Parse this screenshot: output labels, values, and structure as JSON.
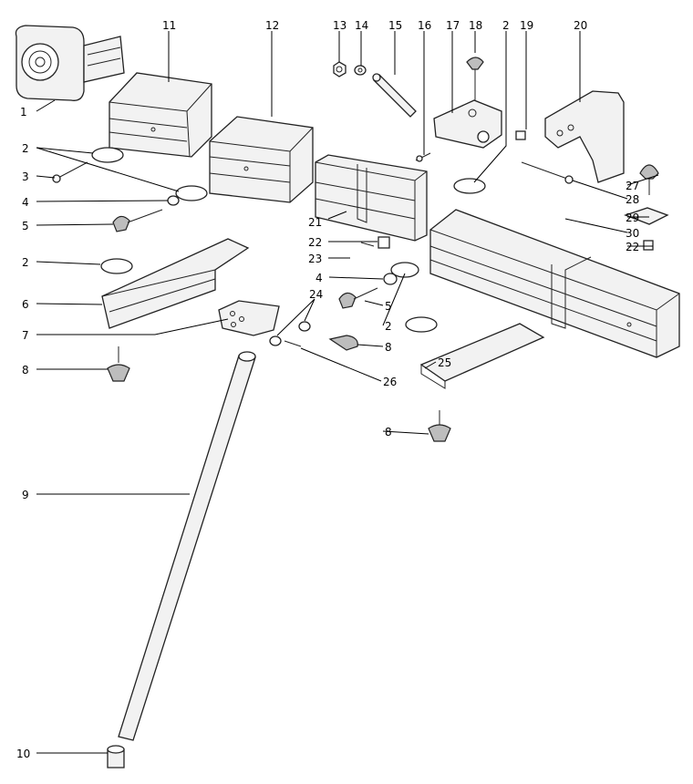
{
  "diagram": {
    "title": "Exploded parts view",
    "callouts": {
      "c1": "1",
      "c11": "11",
      "c12": "12",
      "c13": "13",
      "c14": "14",
      "c15": "15",
      "c16": "16",
      "c17": "17",
      "c18": "18",
      "c2a": "2",
      "c19": "19",
      "c20": "20",
      "c2b": "2",
      "c3": "3",
      "c4a": "4",
      "c5a": "5",
      "c2c": "2",
      "c6": "6",
      "c7": "7",
      "c8a": "8",
      "c9": "9",
      "c10": "10",
      "c21": "21",
      "c22a": "22",
      "c23": "23",
      "c4b": "4",
      "c24": "24",
      "c5b": "5",
      "c2d": "2",
      "c8b": "8",
      "c25": "25",
      "c26": "26",
      "c8c": "8",
      "c27": "27",
      "c28": "28",
      "c29": "29",
      "c30": "30",
      "c22b": "22"
    }
  }
}
